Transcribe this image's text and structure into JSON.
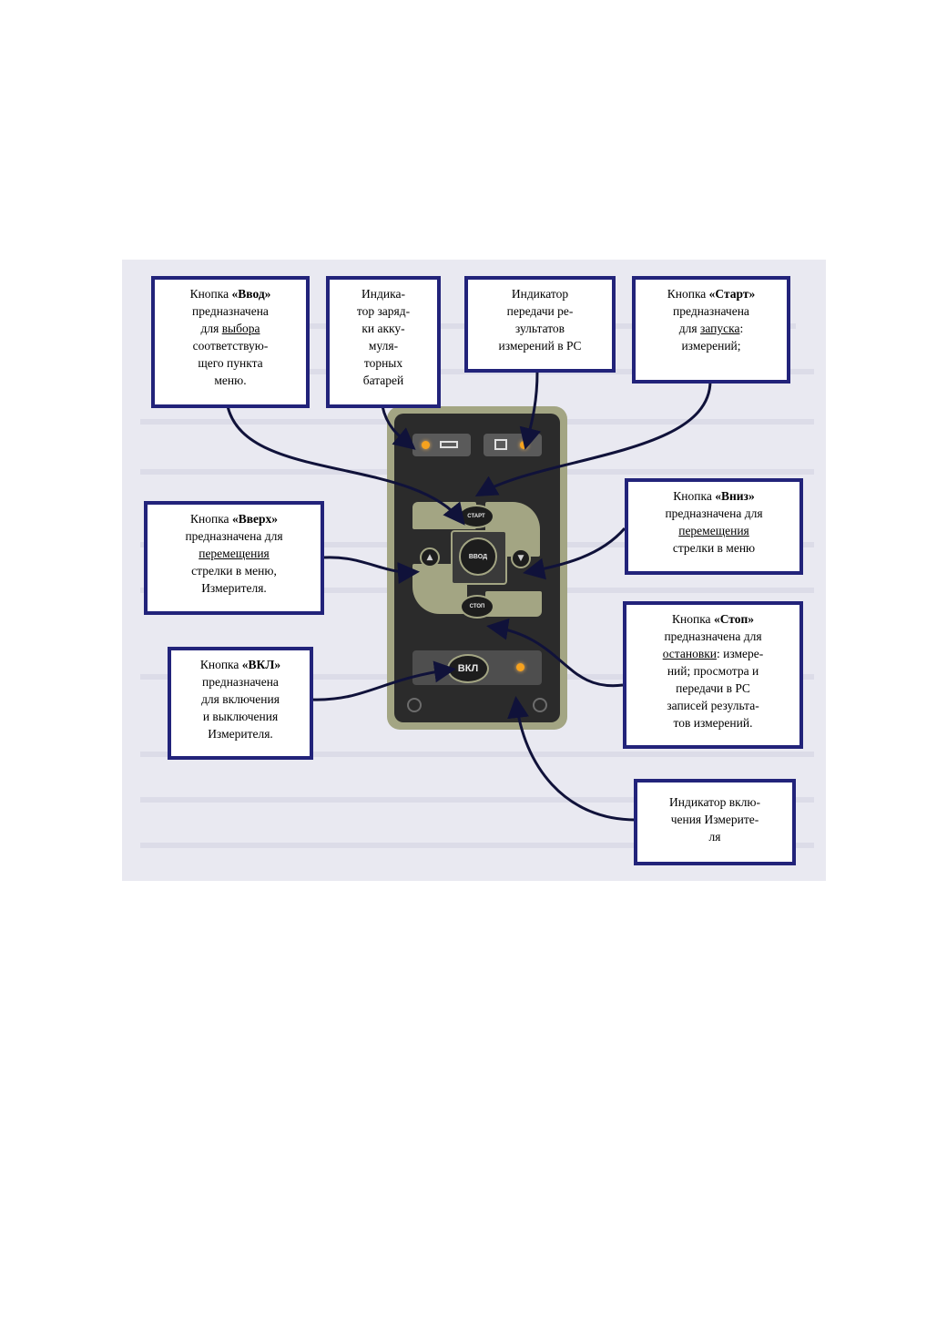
{
  "callouts": {
    "enter": {
      "p1": "Кнопка ",
      "bold": "«Ввод»",
      "p2": "предназначена",
      "p3": "для ",
      "u": "выбора",
      "p4": "соответствую-",
      "p5": "щего пункта",
      "p6": "меню."
    },
    "battery": {
      "l1": "Индика-",
      "l2": "тор заряд-",
      "l3": "ки акку-",
      "l4": "муля-",
      "l5": "торных",
      "l6": "батарей"
    },
    "pc": {
      "l1": "Индикатор",
      "l2": "передачи ре-",
      "l3": "зультатов",
      "l4": "измерений в PC"
    },
    "start": {
      "p1": "Кнопка ",
      "bold": "«Старт»",
      "p2": "предназначена",
      "p3": "для ",
      "u": "запуска",
      "p4": ":",
      "p5": "измерений;"
    },
    "up": {
      "p1": "Кнопка ",
      "bold": "«Вверх»",
      "p2": "предназначена для",
      "u": "перемещения",
      "p3": "стрелки в меню,",
      "p4": "Измерителя."
    },
    "down": {
      "p1": "Кнопка ",
      "bold": "«Вниз»",
      "p2": "предназначена для",
      "u": "перемещения",
      "p3": "стрелки в меню"
    },
    "power": {
      "p1": "Кнопка ",
      "bold": "«ВКЛ»",
      "p2": "предназначена",
      "p3": "для включения",
      "p4": "и выключения",
      "p5": "Измерителя."
    },
    "stop": {
      "p1": "Кнопка ",
      "bold": "«Стоп»",
      "p2": "предназначена для",
      "u": "остановки",
      "p3": ": измере-",
      "p4": "ний; просмотра и",
      "p5": "передачи в PC",
      "p6": "записей результа-",
      "p7": "тов измерений."
    },
    "power_led": {
      "l1": "Индикатор вклю-",
      "l2": "чения Измерите-",
      "l3": "ля"
    }
  },
  "device": {
    "start_label": "СТАРТ",
    "enter_label": "ВВОД",
    "stop_label": "СТОП",
    "power_label": "ВКЛ"
  },
  "colors": {
    "callout_border": "#22237a",
    "device_body": "#a3a583",
    "led": "#f6a21e"
  },
  "icons": {
    "battery": "battery-icon",
    "pc": "computer-icon",
    "up": "triangle-up-icon",
    "down": "triangle-down-icon"
  }
}
